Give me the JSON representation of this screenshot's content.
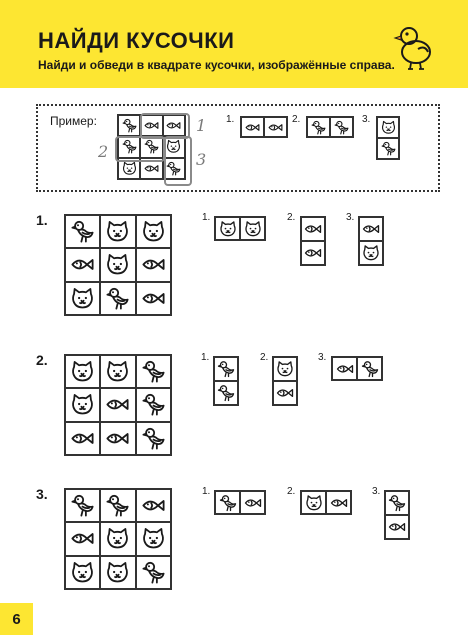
{
  "header": {
    "title": "НАЙДИ КУСОЧКИ",
    "subtitle": "Найди и обведи в квадрате кусочки, изображённые справа."
  },
  "example": {
    "label": "Пример:",
    "grid": [
      [
        "bird",
        "fish",
        "fish"
      ],
      [
        "bird",
        "bird",
        "cat"
      ],
      [
        "cat",
        "fish",
        "bird"
      ]
    ],
    "annotations": [
      "1",
      "2",
      "3"
    ],
    "pieces": [
      {
        "label": "1.",
        "cols": 2,
        "rows": 1,
        "cells": [
          "fish",
          "fish"
        ]
      },
      {
        "label": "2.",
        "cols": 2,
        "rows": 1,
        "cells": [
          "bird",
          "bird"
        ]
      },
      {
        "label": "3.",
        "cols": 1,
        "rows": 2,
        "cells": [
          "cat",
          "bird"
        ]
      }
    ]
  },
  "tasks": [
    {
      "number": "1.",
      "grid": [
        [
          "bird",
          "cat",
          "cat"
        ],
        [
          "fish",
          "cat",
          "fish"
        ],
        [
          "cat",
          "bird",
          "fish"
        ]
      ],
      "pieces": [
        {
          "label": "1.",
          "cols": 2,
          "rows": 1,
          "cells": [
            "cat",
            "cat"
          ]
        },
        {
          "label": "2.",
          "cols": 1,
          "rows": 2,
          "cells": [
            "fish",
            "fish"
          ]
        },
        {
          "label": "3.",
          "cols": 1,
          "rows": 2,
          "cells": [
            "fish",
            "cat"
          ]
        }
      ]
    },
    {
      "number": "2.",
      "grid": [
        [
          "cat",
          "cat",
          "bird"
        ],
        [
          "cat",
          "fish",
          "bird"
        ],
        [
          "fish",
          "fish",
          "bird"
        ]
      ],
      "pieces": [
        {
          "label": "1.",
          "cols": 1,
          "rows": 2,
          "cells": [
            "bird",
            "bird"
          ]
        },
        {
          "label": "2.",
          "cols": 1,
          "rows": 2,
          "cells": [
            "cat",
            "fish"
          ]
        },
        {
          "label": "3.",
          "cols": 2,
          "rows": 1,
          "cells": [
            "fish",
            "bird"
          ]
        }
      ]
    },
    {
      "number": "3.",
      "grid": [
        [
          "bird",
          "bird",
          "fish"
        ],
        [
          "fish",
          "cat",
          "cat"
        ],
        [
          "cat",
          "cat",
          "bird"
        ]
      ],
      "pieces": [
        {
          "label": "1.",
          "cols": 2,
          "rows": 1,
          "cells": [
            "bird",
            "fish"
          ]
        },
        {
          "label": "2.",
          "cols": 2,
          "rows": 1,
          "cells": [
            "cat",
            "fish"
          ]
        },
        {
          "label": "3.",
          "cols": 1,
          "rows": 2,
          "cells": [
            "bird",
            "fish"
          ]
        }
      ]
    }
  ],
  "page_number": "6",
  "colors": {
    "header_bg": "#fde632",
    "ink": "#1a1a1a",
    "pencil": "#7a7a7a"
  }
}
